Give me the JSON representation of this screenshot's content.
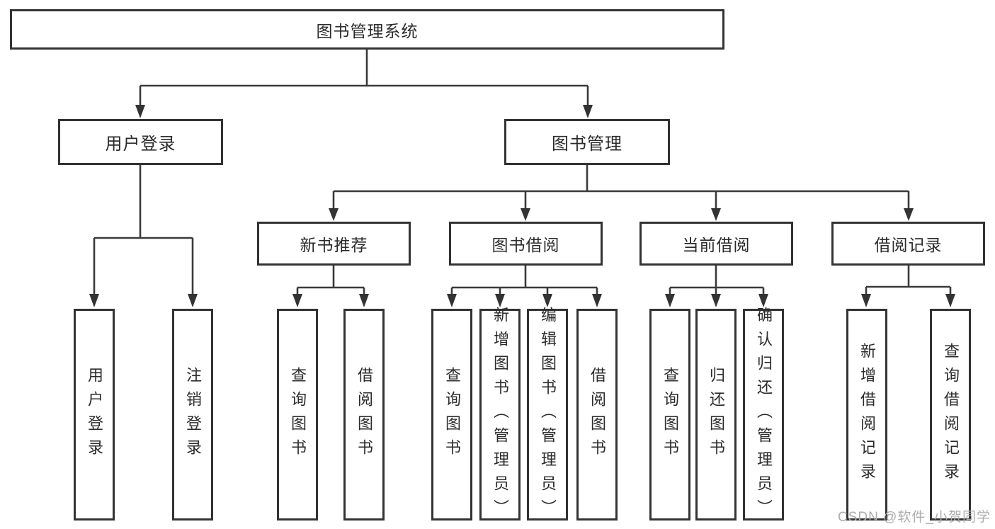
{
  "diagram": {
    "root": {
      "label": "图书管理系统"
    },
    "user_login": {
      "label": "用户登录",
      "children": [
        {
          "label": "用户登录"
        },
        {
          "label": "注销登录"
        }
      ]
    },
    "book_mgmt": {
      "label": "图书管理",
      "groups": [
        {
          "label": "新书推荐",
          "children": [
            {
              "label": "查询图书"
            },
            {
              "label": "借阅图书"
            }
          ]
        },
        {
          "label": "图书借阅",
          "children": [
            {
              "label": "查询图书"
            },
            {
              "label": "新增图书（管理员）"
            },
            {
              "label": "编辑图书（管理员）"
            },
            {
              "label": "借阅图书"
            }
          ]
        },
        {
          "label": "当前借阅",
          "children": [
            {
              "label": "查询图书"
            },
            {
              "label": "归还图书"
            },
            {
              "label": "确认归还（管理员）"
            }
          ]
        },
        {
          "label": "借阅记录",
          "children": [
            {
              "label": "新增借阅记录"
            },
            {
              "label": "查询借阅记录"
            }
          ]
        }
      ]
    }
  },
  "watermark": {
    "text": "CSDN @软件_小贺同学"
  },
  "colors": {
    "line": "#3a3a3a",
    "box_border": "#333333",
    "text": "#2b2b2b",
    "watermark": "#adadad",
    "background": "#ffffff"
  }
}
